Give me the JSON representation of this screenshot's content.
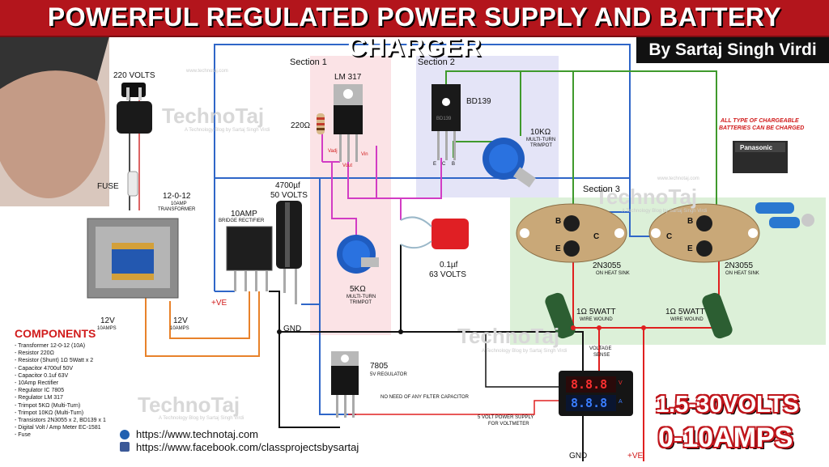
{
  "title": "POWERFUL REGULATED POWER SUPPLY AND BATTERY CHARGER",
  "author": "By Sartaj Singh Virdi",
  "watermark": {
    "brand": "TechnoTaj",
    "tagline": "A Technology Blog by Sartaj Singh Virdi",
    "site": "www.technotaj.com"
  },
  "sections": {
    "section1": "Section 1",
    "section2": "Section 2",
    "section3": "Section 3"
  },
  "labels": {
    "mains": "220 VOLTS",
    "fuse": "FUSE",
    "transformer_voltage": "12-0-12",
    "transformer_rating": "10AMP",
    "transformer_name": "TRANSFORMER",
    "sec_left_v": "12V",
    "sec_left_a": "10AMPS",
    "sec_right_v": "12V",
    "sec_right_a": "10AMPS",
    "rectifier_rating": "10AMP",
    "rectifier_name": "BRIDGE RECTIFIER",
    "cap_big_value": "4700µf",
    "cap_big_volts": "50 VOLTS",
    "lm317": "LM 317",
    "r220": "220Ω",
    "vadj": "Vadj",
    "vout": "Vout",
    "vin": "Vin",
    "trim5k_value": "5KΩ",
    "trim5k_type": "MULTI-TURN",
    "trim5k_name": "TRIMPOT",
    "bd139": "BD139",
    "bd139_body": "BD139",
    "pin_e": "E",
    "pin_c": "C",
    "pin_b": "B",
    "trim10k_value": "10KΩ",
    "trim10k_type": "MULTI-TURN",
    "trim10k_name": "TRIMPOT",
    "cap_small_value": "0.1µf",
    "cap_small_volts": "63 VOLTS",
    "q1": "2N3055",
    "q1_mount": "ON HEAT SINK",
    "q2": "2N3055",
    "q2_mount": "ON HEAT SINK",
    "res1_value": "1Ω 5WATT",
    "res1_type": "WIRE WOUND",
    "res2_value": "1Ω 5WATT",
    "res2_type": "WIRE WOUND",
    "plus_ve_left": "+VE",
    "gnd_mid": "GND",
    "reg7805": "7805",
    "reg7805_desc": "5V REGULATOR",
    "no_filter": "NO NEED OF ANY FILTER CAPACITOR",
    "supply5v_line1": "5 VOLT POWER SUPPLY",
    "supply5v_line2": "FOR VOLTMETER",
    "voltage_sense_1": "VOLTAGE",
    "voltage_sense_2": "SENSE",
    "gnd_bottom": "GND",
    "plus_ve_bottom": "+VE",
    "batteries_line1": "ALL TYPE OF CHARGEABLE",
    "batteries_line2": "BATTERIES CAN BE CHARGED",
    "battery_brand": "Panasonic"
  },
  "components": {
    "heading": "COMPONENTS",
    "items": [
      "-  Transformer 12-0-12 (10A)",
      "-  Resistor 220Ω",
      "-  Resistor (Shunt)  1Ω 5Watt x 2",
      "-  Capacitor 4700uf  50V",
      "-  Capacitor 0.1uf  63V",
      "-  10Amp Rectifier",
      "-  Regulator IC 7805",
      "-  Regulator LM 317",
      "-  Trimpot  5KΩ (Multi-Turn)",
      "-  Trimpot  10KΩ (Multi-Turn)",
      "-  Transistors 2N3055 x 2,  BD139 x 1",
      "-  Digital Volt / Amp Meter EC-1581",
      "-  Fuse"
    ]
  },
  "specs": {
    "voltage": "1.5-30VOLTS",
    "current": "0-10AMPS"
  },
  "links": {
    "website": "https://www.technotaj.com",
    "facebook": "https://www.facebook.com/classprojectsbysartaj"
  },
  "meter": {
    "top": "8.8.8",
    "top_unit": "V",
    "bottom": "8.8.8",
    "bottom_unit": "A"
  },
  "colors": {
    "title_bg": "#b3151c",
    "section1_bg": "#fbe3e6",
    "section2_bg": "#e4e4f7",
    "section3_bg": "#dcf0d8",
    "wire_blue": "#2f66c8",
    "wire_green": "#3f9a2c",
    "wire_magenta": "#d23cc4",
    "wire_red": "#e02020",
    "wire_orange": "#e8822a",
    "wire_black": "#111111"
  }
}
